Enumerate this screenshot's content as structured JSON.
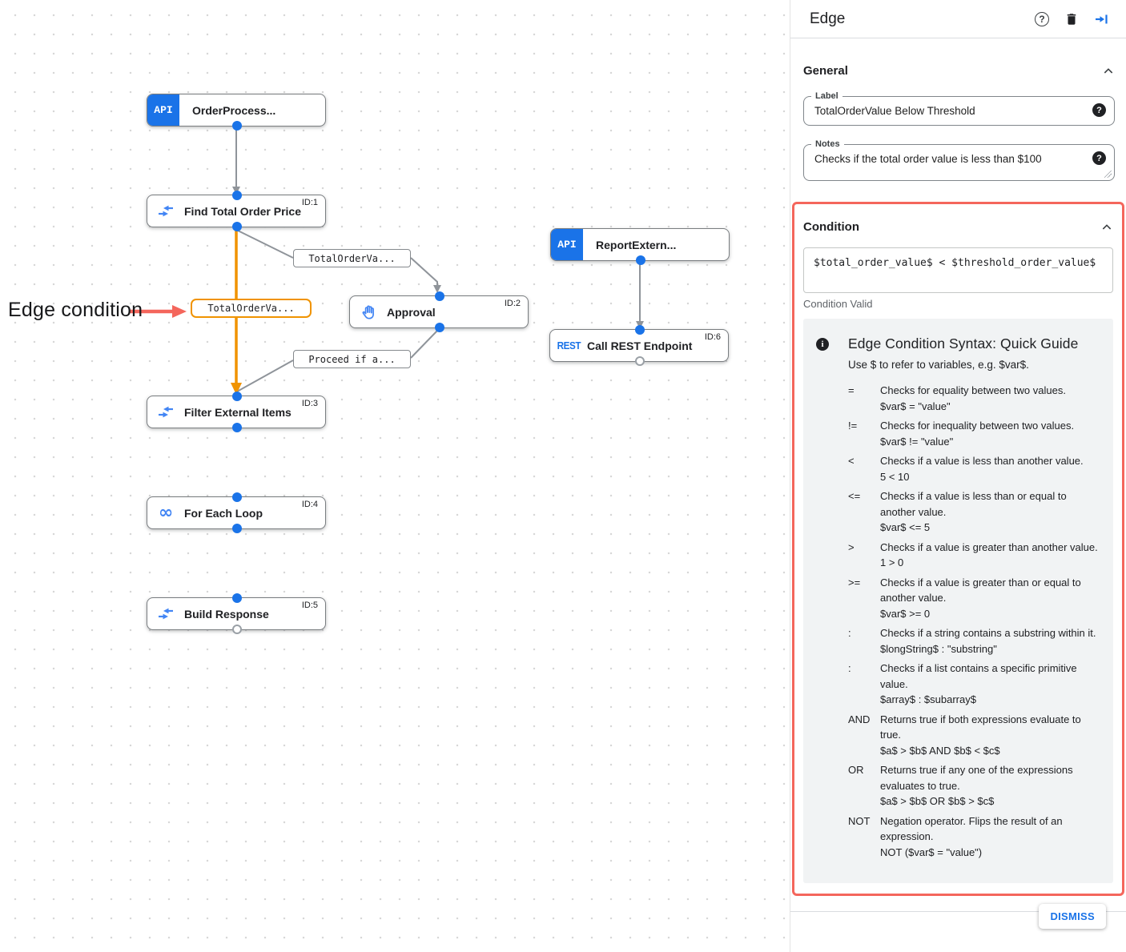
{
  "canvas": {
    "annotation_label": "Edge condition",
    "nodes": [
      {
        "title": "OrderProcess...",
        "badge": "API",
        "id_label": ""
      },
      {
        "title": "Find Total Order Price",
        "id_label": "ID:1"
      },
      {
        "title": "Approval",
        "id_label": "ID:2"
      },
      {
        "title": "ReportExtern...",
        "badge": "API",
        "id_label": ""
      },
      {
        "title": "Call REST Endpoint",
        "id_label": "ID:6",
        "icon_text": "REST"
      },
      {
        "title": "Filter External Items",
        "id_label": "ID:3"
      },
      {
        "title": "For Each Loop",
        "id_label": "ID:4",
        "icon_text": "∞"
      },
      {
        "title": "Build Response",
        "id_label": "ID:5"
      }
    ],
    "edge_labels": {
      "to_approval": "TotalOrderVa...",
      "selected": "TotalOrderVa...",
      "from_approval": "Proceed if a..."
    }
  },
  "panel": {
    "title": "Edge",
    "icons": {
      "help": "?",
      "field_help": "?",
      "info": "i"
    },
    "general": {
      "heading": "General",
      "label_field": {
        "label": "Label",
        "value": "TotalOrderValue Below Threshold"
      },
      "notes_field": {
        "label": "Notes",
        "value": "Checks if the total order value is less than $100"
      }
    },
    "condition": {
      "heading": "Condition",
      "value": "$total_order_value$ < $threshold_order_value$",
      "status": "Condition Valid",
      "guide": {
        "title": "Edge Condition Syntax: Quick Guide",
        "intro": "Use $ to refer to variables, e.g. $var$.",
        "rows": [
          {
            "op": "=",
            "desc": "Checks for equality between two values.",
            "example": "$var$ = \"value\""
          },
          {
            "op": "!=",
            "desc": "Checks for inequality between two values.",
            "example": "$var$ != \"value\""
          },
          {
            "op": "<",
            "desc": "Checks if a value is less than another value.",
            "example": "5 < 10"
          },
          {
            "op": "<=",
            "desc": "Checks if a value is less than or equal to another value.",
            "example": "$var$ <= 5"
          },
          {
            "op": ">",
            "desc": "Checks if a value is greater than another value.",
            "example": "1 > 0"
          },
          {
            "op": ">=",
            "desc": "Checks if a value is greater than or equal to another value.",
            "example": "$var$ >= 0"
          },
          {
            "op": ":",
            "desc": "Checks if a string contains a substring within it.",
            "example": "$longString$ : \"substring\""
          },
          {
            "op": ":",
            "desc": "Checks if a list contains a specific primitive value.",
            "example": "$array$ : $subarray$"
          },
          {
            "op": "AND",
            "desc": "Returns true if both expressions evaluate to true.",
            "example": "$a$ > $b$ AND $b$ < $c$"
          },
          {
            "op": "OR",
            "desc": "Returns true if any one of the expressions evaluates to true.",
            "example": "$a$ > $b$ OR $b$ > $c$"
          },
          {
            "op": "NOT",
            "desc": "Negation operator. Flips the result of an expression.",
            "example": "NOT ($var$ = \"value\")"
          }
        ]
      }
    },
    "dismiss_label": "DISMISS"
  },
  "colors": {
    "accent_blue": "#1a73e8",
    "edge_orange": "#f09300",
    "highlight_red": "#f4665c"
  }
}
